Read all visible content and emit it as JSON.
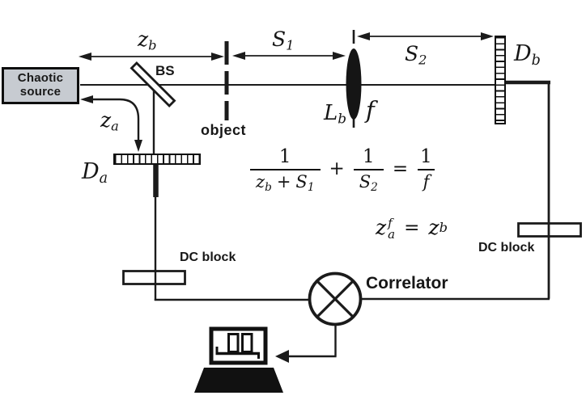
{
  "colors": {
    "ink": "#1b1b1b",
    "source_box_bg": "#c7cbd1"
  },
  "source_box": {
    "line1": "Chaotic",
    "line2": "source"
  },
  "labels": {
    "bs": "BS",
    "object": "object",
    "correlator": "Correlator",
    "dc_block_left": "DC block",
    "dc_block_right": "DC block",
    "z_b": {
      "base": "z",
      "sub": "b"
    },
    "z_a": {
      "base": "z",
      "sub": "a"
    },
    "S_1": {
      "base": "S",
      "sub": "1"
    },
    "S_2": {
      "base": "S",
      "sub": "2"
    },
    "L_b": {
      "base": "L",
      "sub": "b"
    },
    "f": "f",
    "D_a": {
      "base": "D",
      "sub": "a"
    },
    "D_b": {
      "base": "D",
      "sub": "b"
    }
  },
  "equations": {
    "lens": {
      "num1": "1",
      "den1": {
        "v1": "z",
        "s1": "b",
        "op": "+",
        "v2": "S",
        "s2": "1"
      },
      "plus": "+",
      "num2": "1",
      "den2": {
        "v": "S",
        "s": "2"
      },
      "equals": "=",
      "num3": "1",
      "den3": "f"
    },
    "condition": {
      "lhs": "z",
      "lhs_sub": "a",
      "lhs_sup": "f",
      "equals": "=",
      "rhs": "z",
      "rhs_sub": "b"
    }
  }
}
